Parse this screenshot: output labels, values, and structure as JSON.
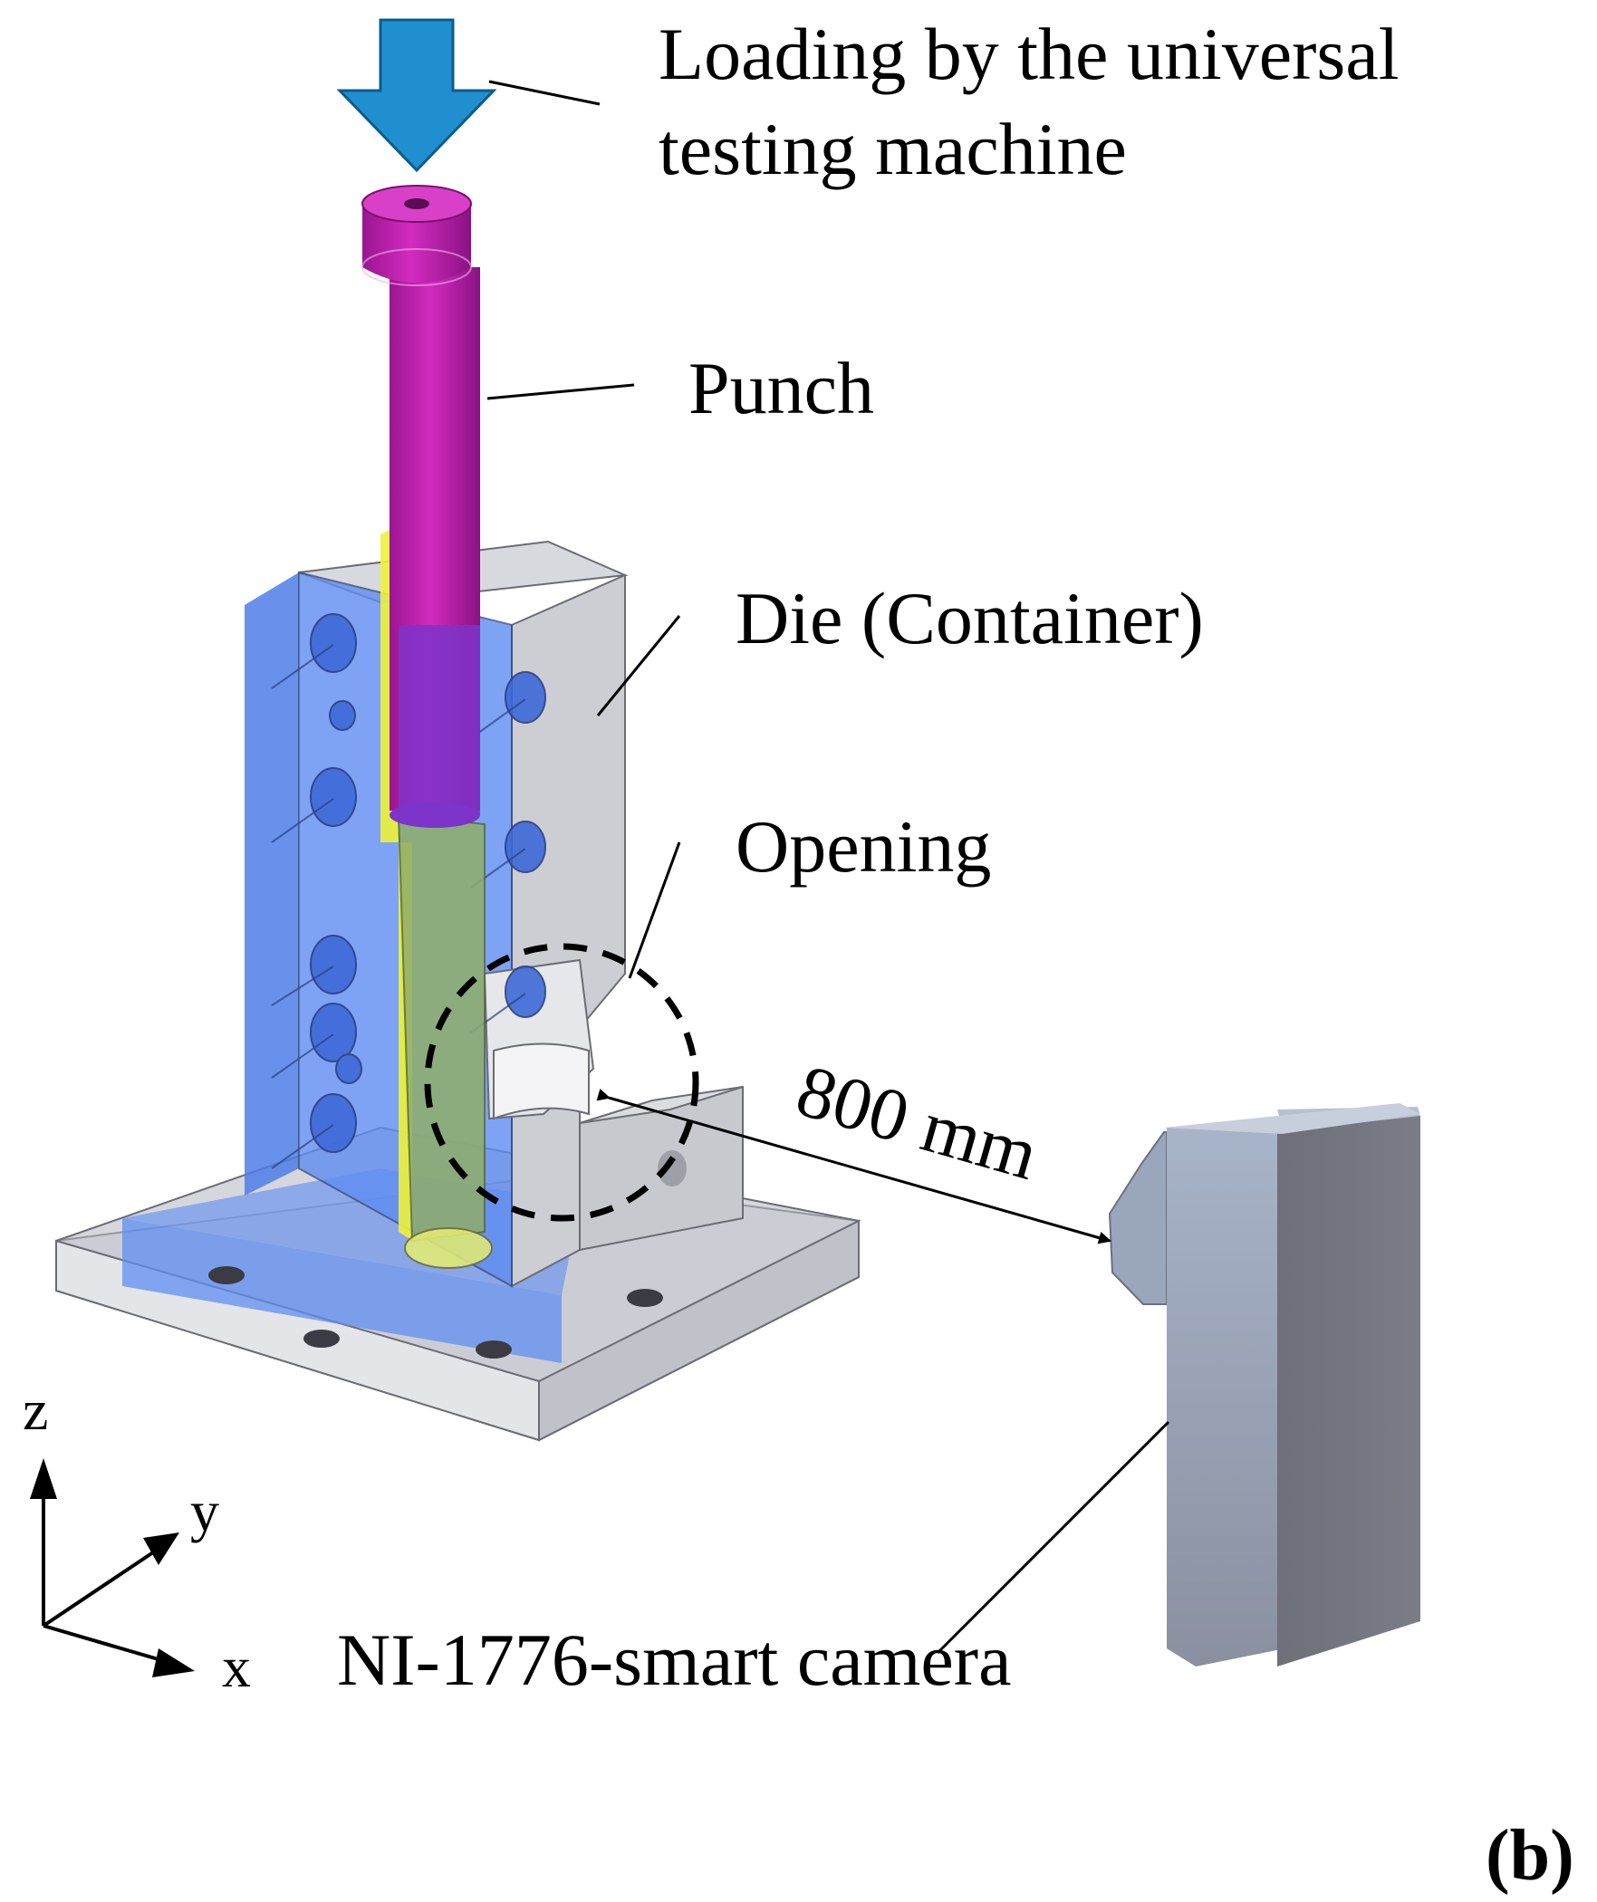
{
  "figure": {
    "panel_tag": "(b)",
    "labels": {
      "loading_line1": "Loading by the universal",
      "loading_line2": "testing machine",
      "punch": "Punch",
      "die": "Die (Container)",
      "opening": "Opening",
      "distance": "800 mm",
      "camera": "NI-1776-smart camera"
    },
    "axes": {
      "z": "z",
      "y": "y",
      "x": "x"
    },
    "colors": {
      "arrow": "#1f8fd0",
      "punch": "#c21fb0",
      "die_blue": "#5f8df2",
      "die_gray": "#cfd0d6",
      "billet": "#8fae6a",
      "billet_highlight": "#eef23a",
      "camera_front": "#8e98ab",
      "camera_side": "#717680"
    }
  }
}
